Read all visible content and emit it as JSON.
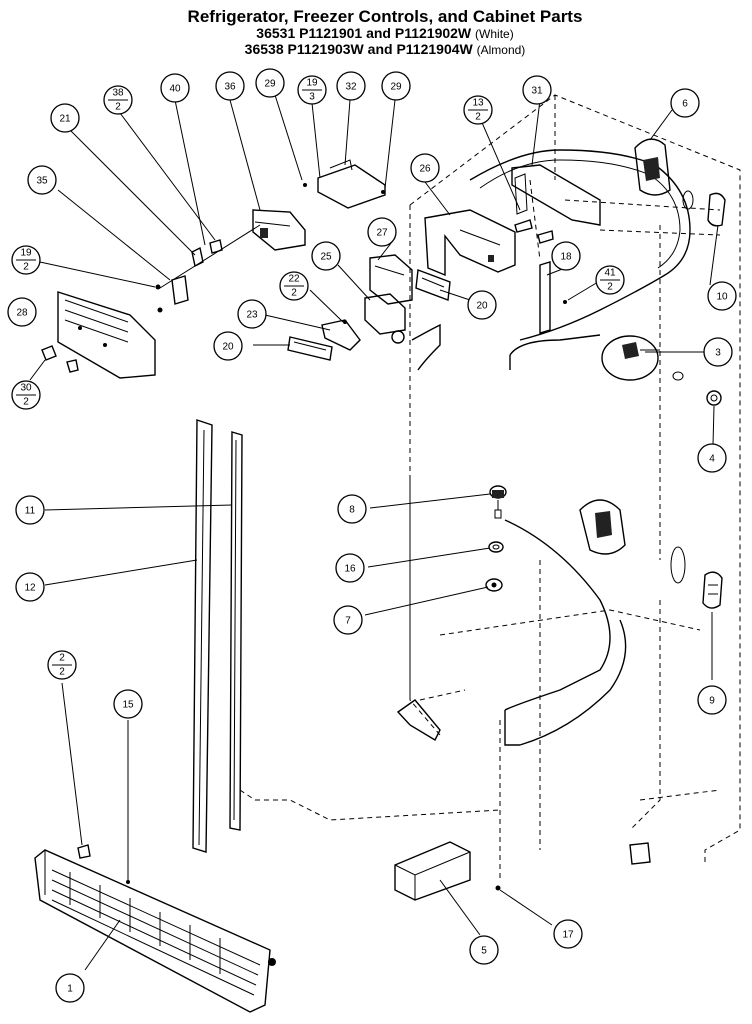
{
  "title": {
    "main": "Refrigerator, Freezer Controls, and Cabinet Parts",
    "line1": "36531  P1121901 and P1121902W",
    "line1_note": "(White)",
    "line2": "36538  P1121903W and P1121904W",
    "line2_note": "(Almond)"
  },
  "callouts": [
    {
      "id": "c40",
      "num": "40"
    },
    {
      "id": "c36",
      "num": "36"
    },
    {
      "id": "c29a",
      "num": "29"
    },
    {
      "id": "c19-3",
      "num": "19",
      "den": "3"
    },
    {
      "id": "c32",
      "num": "32"
    },
    {
      "id": "c29b",
      "num": "29"
    },
    {
      "id": "c38-2",
      "num": "38",
      "den": "2"
    },
    {
      "id": "c21",
      "num": "21"
    },
    {
      "id": "c35",
      "num": "35"
    },
    {
      "id": "c19-2",
      "num": "19",
      "den": "2"
    },
    {
      "id": "c28",
      "num": "28"
    },
    {
      "id": "c30-2",
      "num": "30",
      "den": "2"
    },
    {
      "id": "c26",
      "num": "26"
    },
    {
      "id": "c13-2",
      "num": "13",
      "den": "2"
    },
    {
      "id": "c31",
      "num": "31"
    },
    {
      "id": "c6",
      "num": "6"
    },
    {
      "id": "c27",
      "num": "27"
    },
    {
      "id": "c25",
      "num": "25"
    },
    {
      "id": "c22-2",
      "num": "22",
      "den": "2"
    },
    {
      "id": "c23",
      "num": "23"
    },
    {
      "id": "c20a",
      "num": "20"
    },
    {
      "id": "c20b",
      "num": "20"
    },
    {
      "id": "c18",
      "num": "18"
    },
    {
      "id": "c41-2",
      "num": "41",
      "den": "2"
    },
    {
      "id": "c10",
      "num": "10"
    },
    {
      "id": "c3",
      "num": "3"
    },
    {
      "id": "c4",
      "num": "4"
    },
    {
      "id": "c11",
      "num": "11"
    },
    {
      "id": "c12",
      "num": "12"
    },
    {
      "id": "c8",
      "num": "8"
    },
    {
      "id": "c16",
      "num": "16"
    },
    {
      "id": "c7",
      "num": "7"
    },
    {
      "id": "c9",
      "num": "9"
    },
    {
      "id": "c2-2",
      "num": "2",
      "den": "2"
    },
    {
      "id": "c15",
      "num": "15"
    },
    {
      "id": "c1",
      "num": "1"
    },
    {
      "id": "c5",
      "num": "5"
    },
    {
      "id": "c17",
      "num": "17"
    }
  ]
}
